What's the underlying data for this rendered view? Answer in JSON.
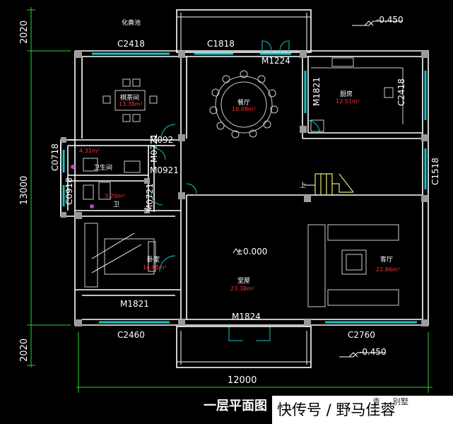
{
  "plan_title": "一层平面图",
  "overall_width": "12000",
  "overall_depth": "13000",
  "front_porch_depth": "2020",
  "rear_depth": "2020",
  "elevation_main": "±0.000",
  "elevation_outside_top": "-0.450",
  "elevation_outside_bottom": "-0.450",
  "septic": "化粪池",
  "windows": {
    "w_c2418_left": "C2418",
    "w_c1818": "C1818",
    "w_c2418_right": "C2418",
    "w_c1518": "C1518",
    "w_c0718": "C0718",
    "w_c0918": "C0918",
    "w_c2460": "C2460",
    "w_c2760": "C2760"
  },
  "doors": {
    "d_m1224": "M1224",
    "d_m1821_kitchen": "M1821",
    "d_m092": "M092",
    "d_m0921": "M0921",
    "d_m0721_a": "M0721",
    "d_m0721_b": "M0721",
    "d_m1821_bedroom": "M1821",
    "d_m1824": "M1824"
  },
  "rooms": {
    "tea": {
      "name": "棋茶间",
      "area": "13.38m²"
    },
    "dining": {
      "name": "餐厅",
      "area": "16.08m²"
    },
    "kitchen": {
      "name": "厨房",
      "area": "12.51m²"
    },
    "bath_upper": {
      "name": "卫生间",
      "area": "4.31m²"
    },
    "bath_lower": {
      "name": "卫",
      "area": "3.20m²"
    },
    "bedroom": {
      "name": "卧室",
      "area": "14.03m²"
    },
    "hall": {
      "name": "堂屋",
      "area": "23.38m²"
    },
    "living": {
      "name": "客厅",
      "area": "22.86m²"
    }
  },
  "stair_label": "上",
  "watermark": {
    "text": "快传号 / 野马佳蓉",
    "logo_caption": "青",
    "logo_name": "别墅"
  }
}
